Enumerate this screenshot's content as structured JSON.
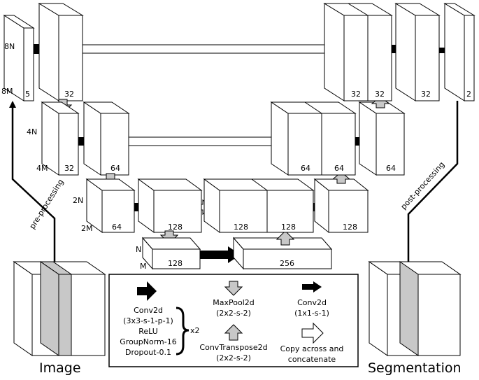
{
  "encoder": {
    "level1": {
      "rows": "8N",
      "cols": "8M",
      "input_channels": "5",
      "channels": "32"
    },
    "level2": {
      "rows": "4N",
      "cols": "4M",
      "channels_a": "32",
      "channels_b": "64"
    },
    "level3": {
      "rows": "2N",
      "cols": "2M",
      "channels_a": "64",
      "channels_b": "128"
    },
    "level4": {
      "rows": "N",
      "cols": "M",
      "channels_a": "128",
      "channels_b": "256"
    }
  },
  "decoder": {
    "level3": {
      "concat_a": "128",
      "concat_b": "128",
      "out": "128"
    },
    "level2": {
      "concat_a": "64",
      "concat_b": "64",
      "out": "64"
    },
    "level1": {
      "concat_a": "32",
      "concat_b": "32",
      "out": "32",
      "final": "2"
    }
  },
  "side": {
    "pre": "pre-processing",
    "post": "post-processing",
    "image": "Image",
    "segmentation": "Segmentation"
  },
  "legend": {
    "conv_block": [
      "Conv2d",
      "(3x3-s-1-p-1)",
      "ReLU",
      "GroupNorm-16",
      "Dropout-0.1"
    ],
    "repeat": "x2",
    "maxpool": [
      "MaxPool2d",
      "(2x2-s-2)"
    ],
    "conv1x1": [
      "Conv2d",
      "(1x1-s-1)"
    ],
    "convtranspose": [
      "ConvTranspose2d",
      "(2x2-s-2)"
    ],
    "copy": [
      "Copy across and",
      "concatenate"
    ]
  },
  "colors": {
    "stroke": "#000000",
    "grey": "#c8c8c8",
    "fill": "#ffffff"
  }
}
